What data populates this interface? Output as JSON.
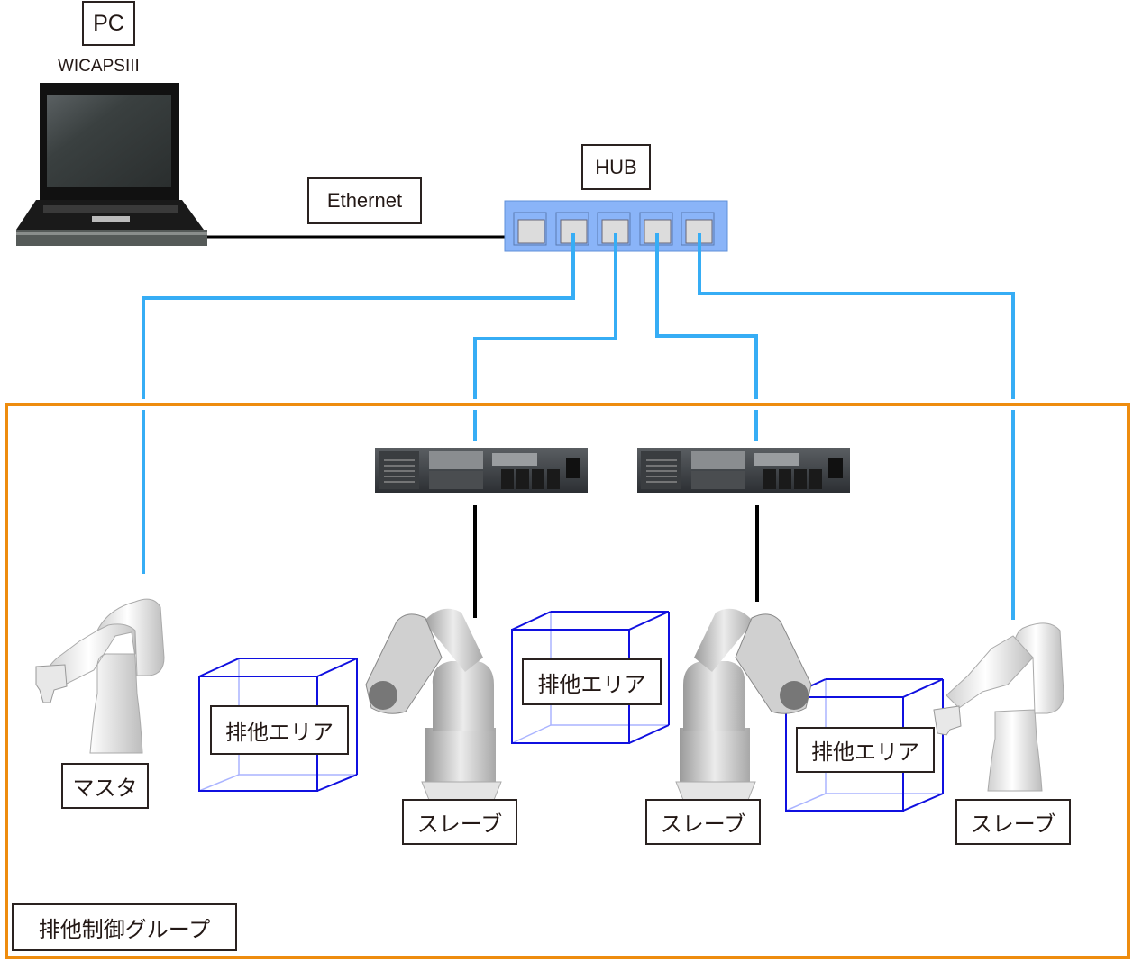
{
  "diagram": {
    "pc": {
      "label": "PC",
      "model": "WICAPSIII"
    },
    "ethernet_label": "Ethernet",
    "hub": {
      "label": "HUB",
      "port_count": 5
    },
    "group": {
      "label": "排他制御グループ",
      "border_color": "#ee8c0e"
    },
    "robots": [
      {
        "role": "マスタ",
        "type": "collaborative-arm"
      },
      {
        "role": "スレーブ",
        "type": "vertical-articulated-arm"
      },
      {
        "role": "スレーブ",
        "type": "vertical-articulated-arm"
      },
      {
        "role": "スレーブ",
        "type": "collaborative-arm"
      }
    ],
    "exclusive_areas": [
      {
        "label": "排他エリア"
      },
      {
        "label": "排他エリア"
      },
      {
        "label": "排他エリア"
      }
    ],
    "controllers": [
      {
        "type": "robot-controller"
      },
      {
        "type": "robot-controller"
      }
    ],
    "colors": {
      "network_line": "#36adf5",
      "ethernet_line": "#000000",
      "hub_fill": "#8ab4f8",
      "area_box": "#1010e0",
      "group_border": "#ee8c0e"
    }
  }
}
